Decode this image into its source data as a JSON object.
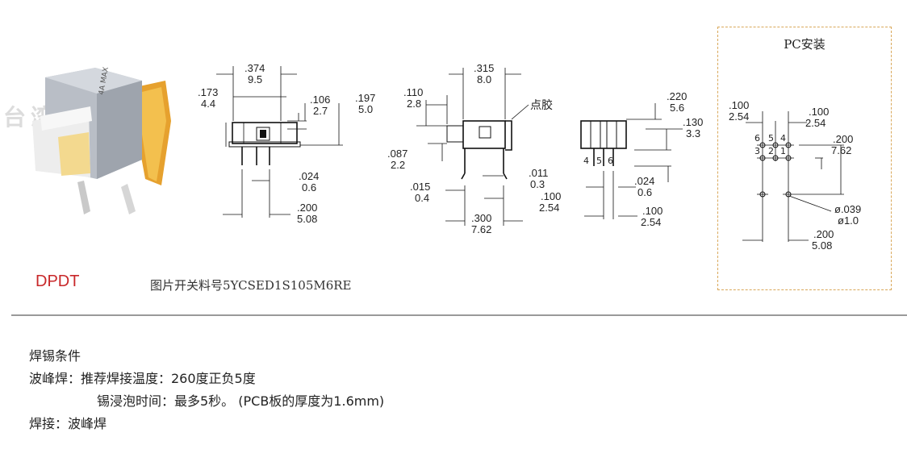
{
  "watermark": "台湾巨诚电子",
  "product_photo": {
    "marking": "4A MAX"
  },
  "views": {
    "side": {
      "dims": [
        ".374",
        "9.5",
        ".173",
        "4.4",
        ".106",
        "2.7",
        ".197",
        "5.0",
        ".024",
        "0.6",
        ".200",
        "5.08"
      ]
    },
    "front": {
      "dims": [
        ".315",
        "8.0",
        ".110",
        "2.8",
        ".087",
        "2.2",
        ".015",
        "0.4",
        ".011",
        "0.3",
        ".100",
        "2.54",
        ".300",
        "7.62"
      ],
      "glue_label": "点胶"
    },
    "end": {
      "dims": [
        ".220",
        "5.6",
        ".130",
        "3.3",
        ".024",
        "0.6",
        ".100",
        "2.54"
      ],
      "pins": [
        "4",
        "5",
        "6"
      ]
    },
    "pc_mount": {
      "title": "PC安装",
      "dims": [
        ".100",
        "2.54",
        ".100",
        "2.54",
        ".200",
        "7.62",
        "ø.039",
        "ø1.0",
        ".200",
        "5.08"
      ],
      "pins_top": [
        "6",
        "5",
        "4"
      ],
      "pins_bottom": [
        "3",
        "2",
        "1"
      ]
    }
  },
  "label_type": "DPDT",
  "label_part": "图片开关料号5YCSED1S105M6RE",
  "solder": {
    "heading": "焊锡条件",
    "wave_line": "波峰焊：推荐焊接温度：260度正负5度",
    "dip_line": "锡浸泡时间：最多5秒。 (PCB板的厚度为1.6mm)",
    "method_line": "焊接：波峰焊"
  },
  "colors": {
    "type_label": "#c8282a",
    "pc_border": "#d9a85a",
    "pin_gold": "#e6a12e"
  }
}
